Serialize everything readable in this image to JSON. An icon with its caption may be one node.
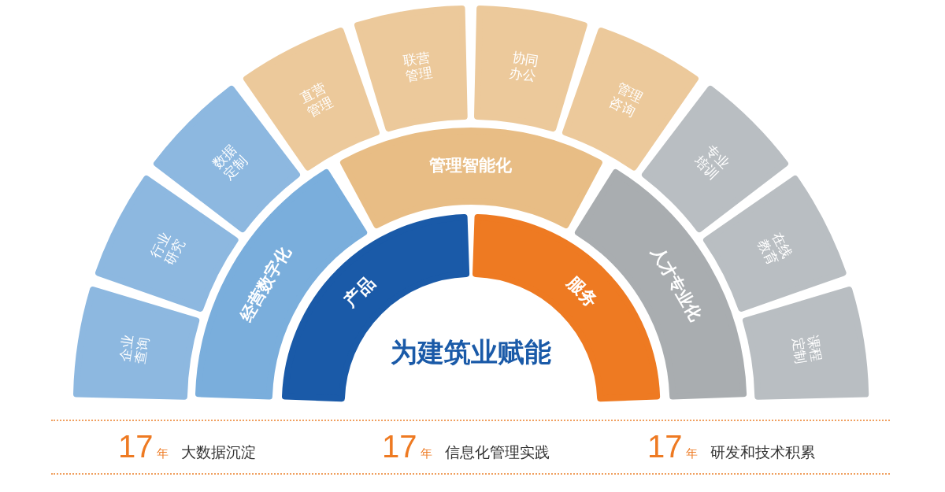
{
  "diagram": {
    "nodes": [
      {
        "text": [
          "为建筑业赋能"
        ]
      },
      {
        "text": [
          "产品"
        ]
      },
      {
        "text": [
          "服务"
        ]
      },
      {
        "text": [
          "经营数字化"
        ]
      },
      {
        "text": [
          "管理智能化"
        ]
      },
      {
        "text": [
          "人才专业化"
        ]
      },
      {
        "text": [
          "企业查询"
        ]
      },
      {
        "text": [
          "行业研究"
        ]
      },
      {
        "text": [
          "数据定制"
        ]
      },
      {
        "text": [
          "直营管理"
        ]
      },
      {
        "text": [
          "联营管理"
        ]
      },
      {
        "text": [
          "协同办公"
        ]
      },
      {
        "text": [
          "管理咨询"
        ]
      },
      {
        "text": [
          "专业培训"
        ]
      },
      {
        "text": [
          "在线教育"
        ]
      },
      {
        "text": [
          "课程定制"
        ]
      }
    ],
    "edges": [],
    "labels": [
      "17",
      "年",
      "大数据沉淀",
      "17",
      "年",
      "信息化管理实践",
      "17",
      "年",
      "研发和技术积累"
    ]
  }
}
